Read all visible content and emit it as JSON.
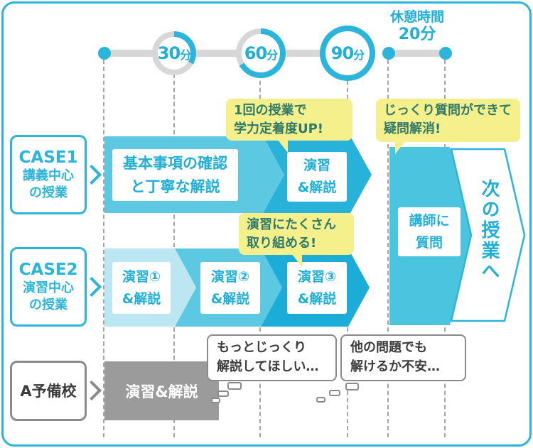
{
  "colors": {
    "accent_cyan": "#2cb5da",
    "cyan_text": "#21afd6",
    "block_pale": "#bce7f2",
    "block_medium": "#5dc8e2",
    "block_dark": "#28b1d9",
    "break_arrow": "#4bc4df",
    "gray_block": "#9b9b9b",
    "gray_border": "#8a8a8a",
    "callout_yellow": "#f5ef8c",
    "callout_text": "#2e7a6a",
    "timeline_gray": "#d7d7d7"
  },
  "timeline": {
    "markers": [
      {
        "value": "30",
        "unit": "分",
        "progress_deg": 120
      },
      {
        "value": "60",
        "unit": "分",
        "progress_deg": 240
      },
      {
        "value": "90",
        "unit": "分",
        "progress_deg": 360
      }
    ],
    "break": {
      "line1": "休憩時間",
      "line2": "20分"
    }
  },
  "rows": [
    {
      "label_title": "CASE1",
      "label_lines": [
        "講義中心",
        "の授業"
      ],
      "blocks": [
        {
          "lines": [
            "基本事項の確認",
            "と丁寧な解説"
          ]
        },
        {
          "lines": [
            "演習",
            "&解説"
          ]
        }
      ]
    },
    {
      "label_title": "CASE2",
      "label_lines": [
        "演習中心",
        "の授業"
      ],
      "blocks": [
        {
          "lines": [
            "演習①",
            "&解説"
          ]
        },
        {
          "lines": [
            "演習②",
            "&解説"
          ]
        },
        {
          "lines": [
            "演習③",
            "&解説"
          ]
        }
      ]
    },
    {
      "label_title": "A予備校",
      "label_lines": [],
      "blocks": [
        {
          "lines": [
            "演習&解説"
          ]
        }
      ]
    }
  ],
  "break_arrow": {
    "lines": [
      "講師に",
      "質問"
    ]
  },
  "next_class": {
    "text": "次の授業へ"
  },
  "callouts": [
    {
      "lines": [
        "1回の授業で",
        "学力定着度UP!"
      ]
    },
    {
      "lines": [
        "じっくり質問ができて",
        "疑問解消!"
      ]
    },
    {
      "lines": [
        "演習にたくさん",
        "取り組める!"
      ]
    }
  ],
  "thoughts": [
    {
      "lines": [
        "もっとじっくり",
        "解説してほしい…"
      ]
    },
    {
      "lines": [
        "他の問題でも",
        "解けるか不安…"
      ]
    }
  ]
}
